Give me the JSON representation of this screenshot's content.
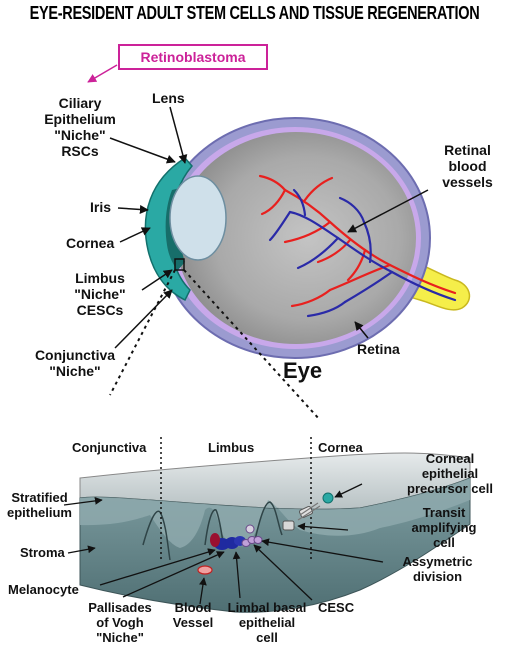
{
  "title": "EYE-RESIDENT ADULT STEM CELLS AND TISSUE REGENERATION",
  "retinoblastoma": "Retinoblastoma",
  "eye_labels": {
    "ciliary": "Ciliary\nEpithelium\n\"Niche\"\nRSCs",
    "lens": "Lens",
    "iris": "Iris",
    "cornea": "Cornea",
    "limbus": "Limbus\n\"Niche\"\nCESCs",
    "conjunctiva": "Conjunctiva\n\"Niche\"",
    "retinal_vessels": "Retinal\nblood\nvessels",
    "retina": "Retina",
    "eye": "Eye"
  },
  "detail_labels": {
    "conjunctiva": "Conjunctiva",
    "limbus": "Limbus",
    "cornea": "Cornea",
    "corneal_precursor": "Corneal\nepithelial\nprecursor cell",
    "stratified": "Stratified\nepithelium",
    "transit": "Transit\namplifying\ncell",
    "stroma": "Stroma",
    "assymetric": "Assymetric\ndivision",
    "melanocyte": "Melanocyte",
    "pallisades": "Pallisades\nof Vogh\n\"Niche\"",
    "blood_vessel": "Blood\nVessel",
    "limbal_basal": "Limbal basal\nepithelial\ncell",
    "cesc": "CESC"
  },
  "colors": {
    "sclera": "#9999cc",
    "eyeball": "#a8a8a8",
    "retina_band": "#c8a0e8",
    "cornea": "#2aa9a4",
    "lens": "#cfe0ea",
    "optic_nerve": "#f5ee4a",
    "artery": "#e8201e",
    "vein": "#2a2aa8",
    "retinoblastoma": "#cc2299",
    "tissue": "#6a8a8e",
    "tissue_top": "#d8dedf"
  }
}
